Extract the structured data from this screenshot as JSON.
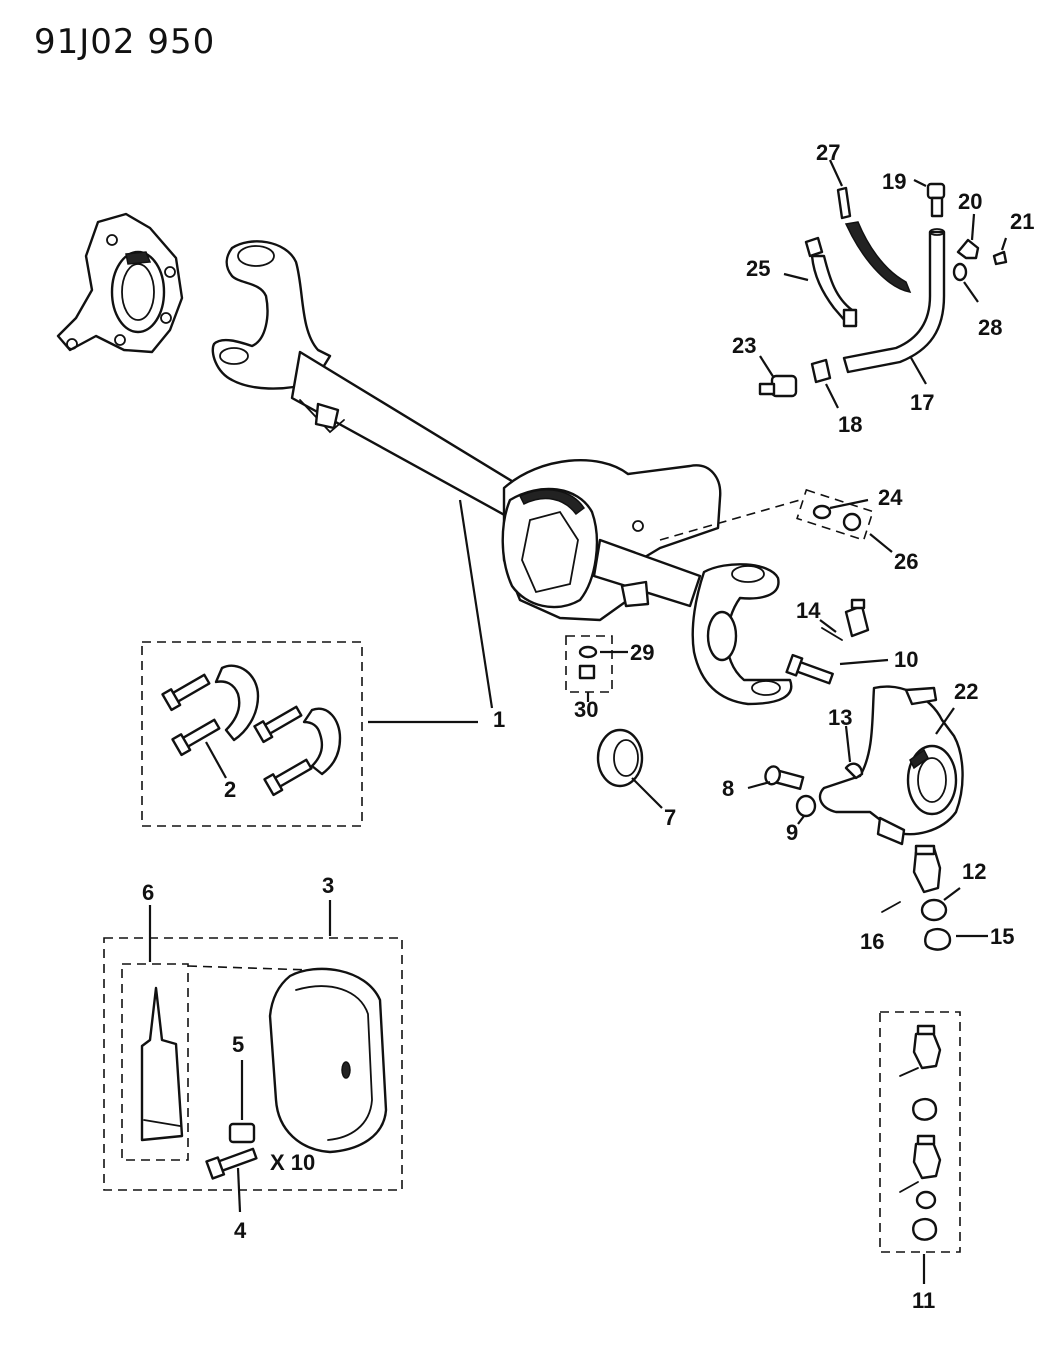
{
  "header": {
    "doc_code": "91J02  950"
  },
  "callouts": {
    "c1": "1",
    "c2": "2",
    "c3": "3",
    "c4": "4",
    "c5": "5",
    "c6": "6",
    "c7": "7",
    "c8": "8",
    "c9": "9",
    "c10": "10",
    "c11": "11",
    "c12": "12",
    "c13": "13",
    "c14": "14",
    "c15": "15",
    "c16": "16",
    "c17": "17",
    "c18": "18",
    "c19": "19",
    "c20": "20",
    "c21": "21",
    "c22": "22",
    "c23": "23",
    "c24": "24",
    "c25": "25",
    "c26": "26",
    "c27": "27",
    "c28": "28",
    "c29": "29",
    "c30": "30"
  },
  "quantity_note": "X 10"
}
